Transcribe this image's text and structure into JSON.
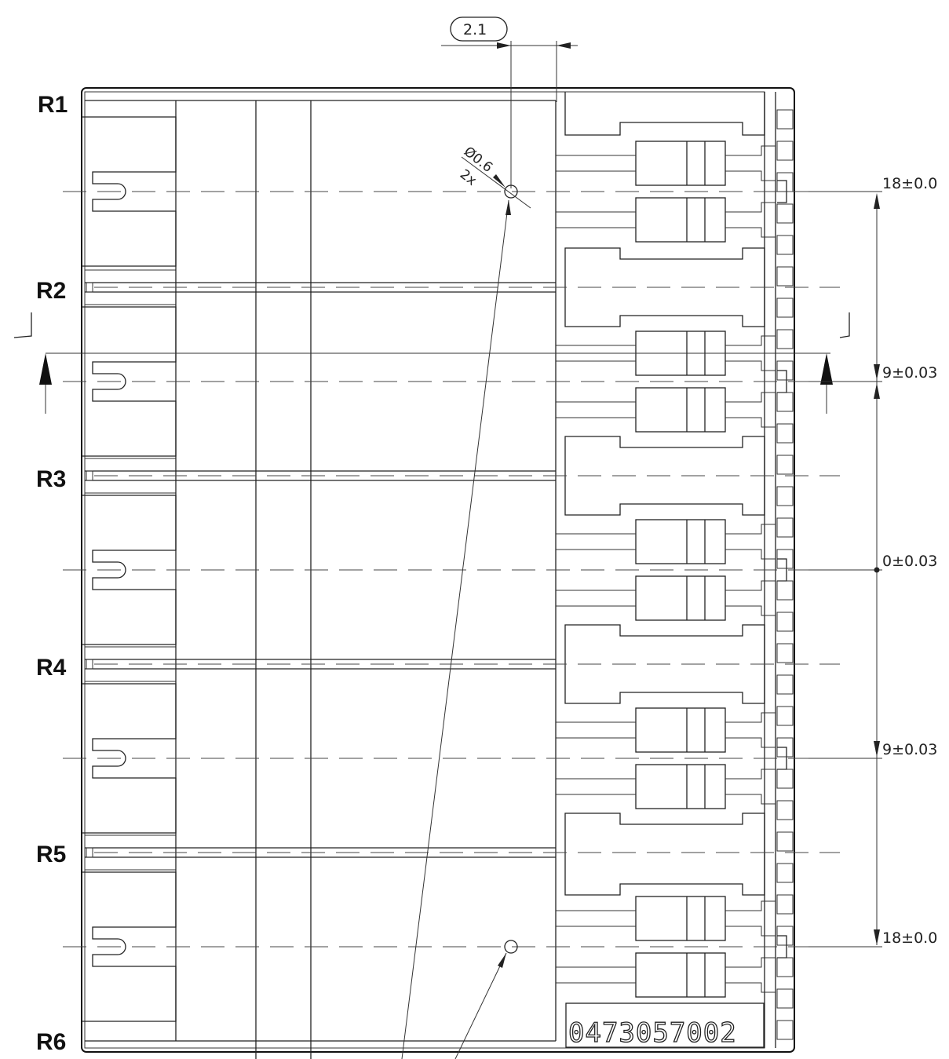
{
  "row_labels": [
    "R1",
    "R2",
    "R3",
    "R4",
    "R5",
    "R6"
  ],
  "dimensions": {
    "pitch_callout": "2.1",
    "hole_diameter": "Ø0.6",
    "hole_count": "2x",
    "positions": [
      "18±0.0",
      "9±0.03",
      "0±0.03",
      "9±0.03",
      "18±0.0"
    ]
  },
  "part_number": "0473057002"
}
